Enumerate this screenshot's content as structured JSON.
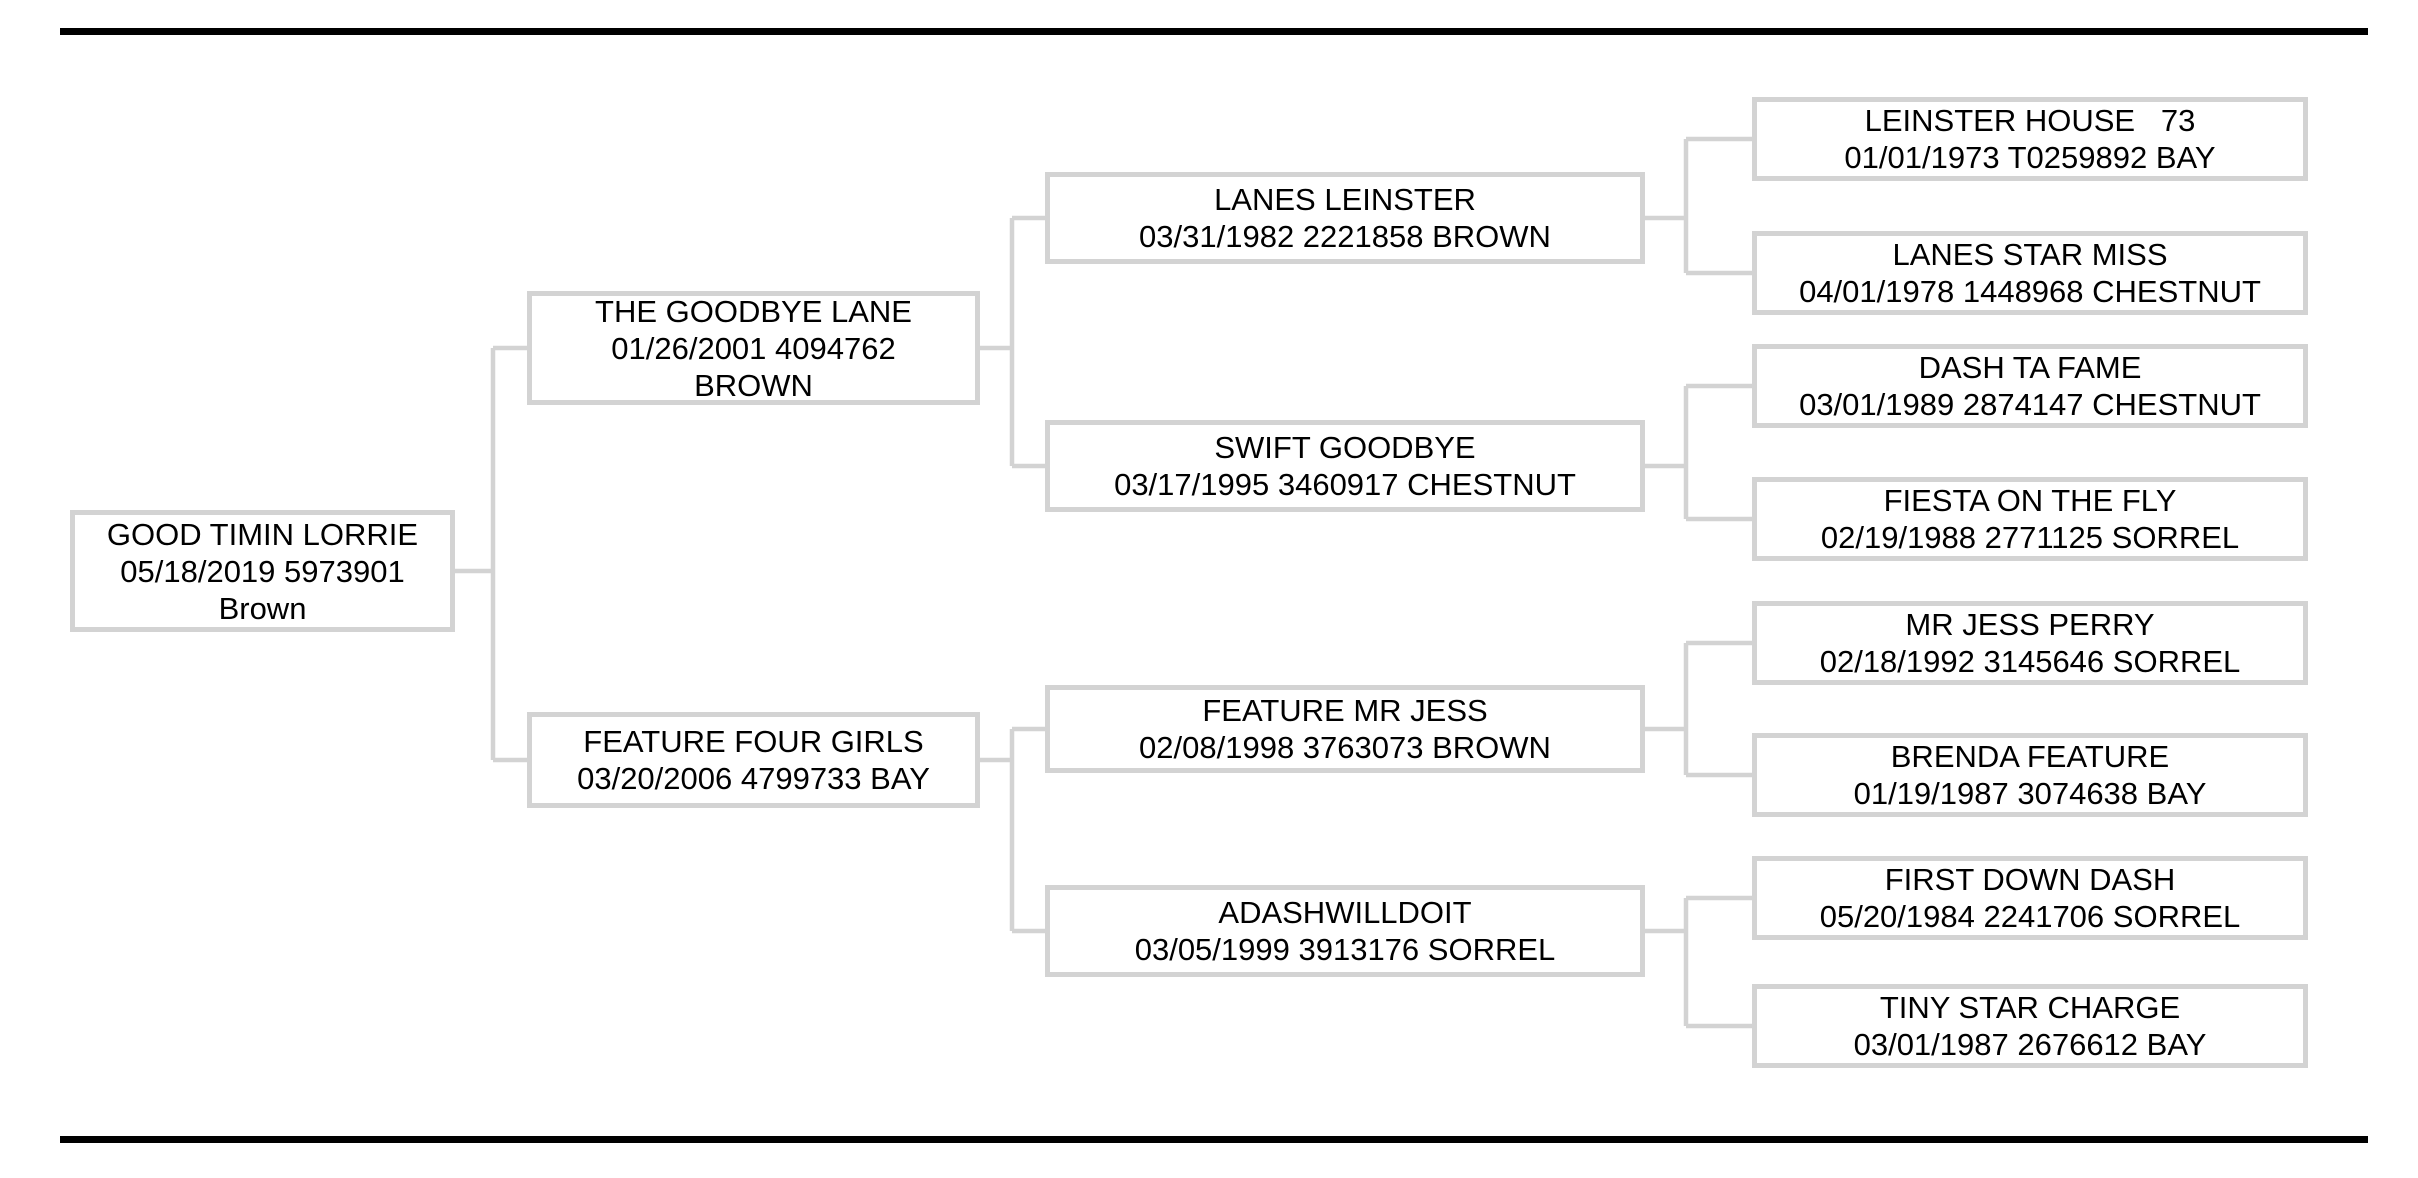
{
  "colors": {
    "background": "#ffffff",
    "box_border": "#d3d3d3",
    "connector_line": "#d3d3d3",
    "text": "#000000",
    "horizontal_rule": "#000000"
  },
  "pedigree": {
    "subject": {
      "name": "GOOD TIMIN LORRIE",
      "info": "05/18/2019 5973901",
      "coat": "Brown"
    },
    "sire": {
      "name": "THE GOODBYE LANE",
      "info": "01/26/2001 4094762",
      "coat": "BROWN"
    },
    "dam": {
      "name": "FEATURE FOUR GIRLS",
      "info": "03/20/2006 4799733 BAY"
    },
    "sire_sire": {
      "name": "LANES LEINSTER",
      "info": "03/31/1982 2221858 BROWN"
    },
    "sire_dam": {
      "name": "SWIFT GOODBYE",
      "info": "03/17/1995 3460917 CHESTNUT"
    },
    "dam_sire": {
      "name": "FEATURE MR JESS",
      "info": "02/08/1998 3763073 BROWN"
    },
    "dam_dam": {
      "name": "ADASHWILLDOIT",
      "info": "03/05/1999 3913176 SORREL"
    },
    "sire_sire_sire": {
      "name": "LEINSTER HOUSE   73",
      "info": "01/01/1973 T0259892 BAY"
    },
    "sire_sire_dam": {
      "name": "LANES STAR MISS",
      "info": "04/01/1978 1448968 CHESTNUT"
    },
    "sire_dam_sire": {
      "name": "DASH TA FAME",
      "info": "03/01/1989 2874147 CHESTNUT"
    },
    "sire_dam_dam": {
      "name": "FIESTA ON THE FLY",
      "info": "02/19/1988 2771125 SORREL"
    },
    "dam_sire_sire": {
      "name": "MR JESS PERRY",
      "info": "02/18/1992 3145646 SORREL"
    },
    "dam_sire_dam": {
      "name": "BRENDA FEATURE",
      "info": "01/19/1987 3074638 BAY"
    },
    "dam_dam_sire": {
      "name": "FIRST DOWN DASH",
      "info": "05/20/1984 2241706 SORREL"
    },
    "dam_dam_dam": {
      "name": "TINY STAR CHARGE",
      "info": "03/01/1987 2676612 BAY"
    }
  }
}
